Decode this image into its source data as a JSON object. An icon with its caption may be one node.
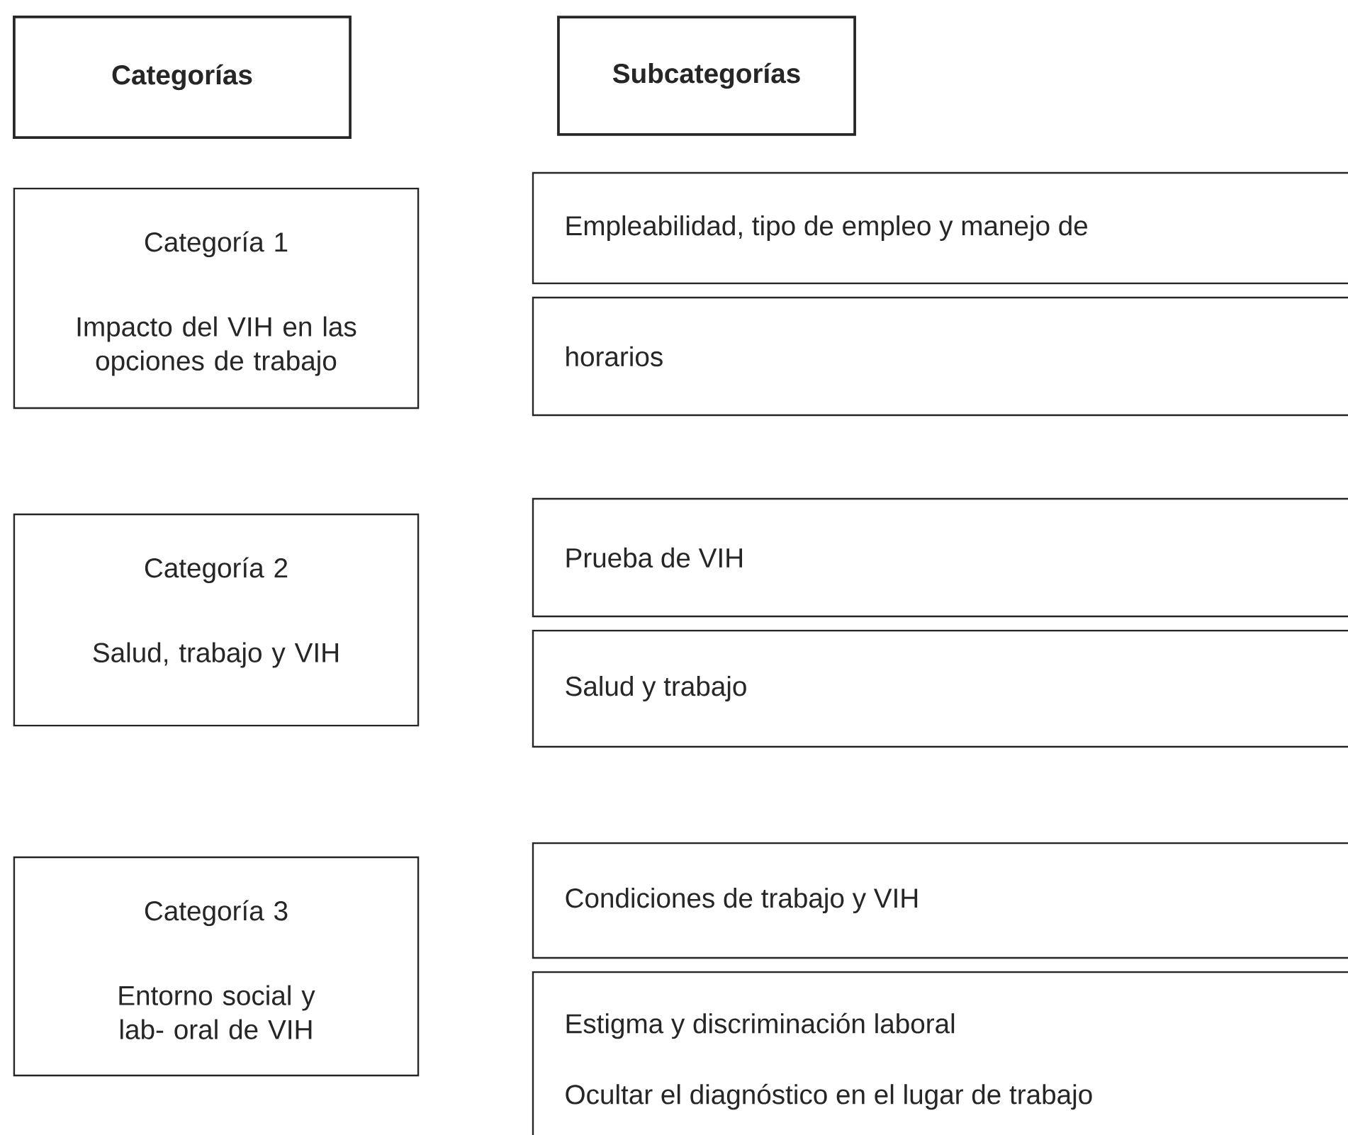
{
  "diagram": {
    "nodes": [
      {
        "text": [
          "Categorías"
        ]
      },
      {
        "text": [
          "Subcategorías"
        ]
      },
      {
        "text": [
          "Categoría 1",
          "Impacto del VIH en las opciones de trabajo"
        ]
      },
      {
        "text": [
          "Empleabilidad, tipo de empleo y manejo de"
        ]
      },
      {
        "text": [
          "horarios"
        ]
      },
      {
        "text": [
          "Categoría 2",
          "Salud, trabajo y VIH"
        ]
      },
      {
        "text": [
          "Prueba de VIH"
        ]
      },
      {
        "text": [
          "Salud y trabajo"
        ]
      },
      {
        "text": [
          "Categoría 3",
          "Entorno social y lab- oral de VIH"
        ]
      },
      {
        "text": [
          "Condiciones de trabajo y VIH"
        ]
      },
      {
        "text": [
          "Estigma y discriminación laboral",
          "Ocultar el diagnóstico en el lugar de trabajo"
        ]
      }
    ],
    "edges": []
  }
}
